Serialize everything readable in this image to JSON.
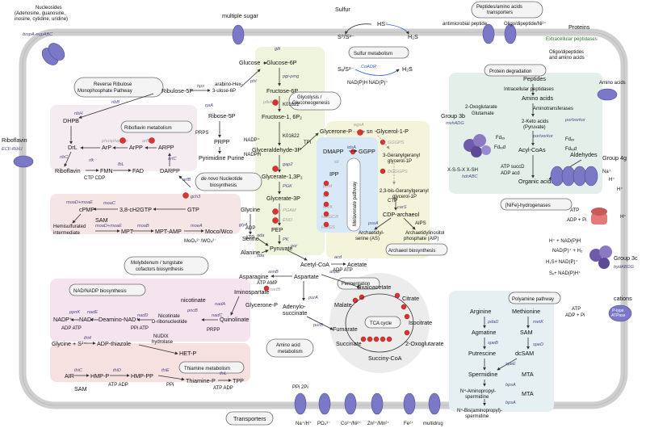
{
  "external": {
    "nucleosides": "Nucleosides\n(Adenosine, guanosine,\ninosine, cytidine, uridine)",
    "nucleosides_gene": "bmpA-nupABC",
    "multiple_sugar": "multiple sugar",
    "sulfur": "Sulfur",
    "peptides_transporters": "Peptides/amino acids\ntransporters",
    "antimicrobial_peptide": "antimicrobial peptide",
    "oligo": "Oligo/dipeptide/Ni²⁺",
    "proteins": "Proteins",
    "extracellular_peptidases": "Extracellular peptidases",
    "oligo_aa": "Oligo/dipeptides\nand amino acids",
    "amino_acids": "Amino acids",
    "riboflavin": "Riboflavin",
    "riboflavin_gene": "ECF-RibU"
  },
  "boxes": {
    "reverse_ribulose": "Reverse Ribulose\nMonophosphate Pathway",
    "riboflavin_metabolism": "Riboflavin metabolism",
    "de_novo": "de novo Nucleotide\nbiosynthesis",
    "molybdenum": "Molybdenum / tungstate\ncofactors biosynthesis",
    "nad_nadp": "NAD/NADP biosynthesis",
    "thiamine": "Thiamine metabolism",
    "glycolysis": "Glycolysis /\nGluconeogenesis",
    "sulfur_metabolism": "Sulfur metabolism",
    "protein_degradation": "Protein degradation",
    "melavonate": "Melavonate pathway",
    "archaeol": "Archaeol biosynthesis",
    "fermentation": "Fermentation",
    "tca": "TCA cycle",
    "amino_acid_metabolism": "Amino acid\nmetabolism",
    "polyamine": "Polyamine pathway",
    "nife": "[NiFe]-hydrogenases",
    "transporters": "Transporters"
  },
  "metabolites": {
    "glucose": "Glucose",
    "glucose6p": "Glucose-6P",
    "fructose6p": "Fructose-6P",
    "fructose16p": "Fructose-1, 6P₂",
    "glyceraldehyde3p": "Glyceraldehyde-3P",
    "glycerate13p": "Glycerate-1,3P₂",
    "glycerate3p": "Glycerate-3P",
    "pep": "PEP",
    "pyruvate": "Pyruvate",
    "glycerone_p": "Glycerone-P",
    "sn_glycerol": "sn -Glycerol-1-P",
    "ribulose5p": "Ribulose-5P",
    "arabino": "arabino-Hex-\n3-ulose-6P",
    "ribose5p": "Ribose-5P",
    "prpp": "PRPP",
    "pyrimidine": "Pyrimidine Purine",
    "dhpb": "DHPB",
    "drl": "DrL",
    "arp": "ArP",
    "arpp": "ArPP",
    "arpp2": "ARPP",
    "riboflavin2": "Riboflavin",
    "fmn": "FMN",
    "fad": "FAD",
    "darpp": "DARPP",
    "gtp": "GTP",
    "ch2gtp": "3,8-cH2GTP",
    "cpmp": "cPMP",
    "sam": "SAM",
    "hemisulfurated": "Hemisulfurated\nintermediate",
    "mpt": "MPT",
    "mpt_amp": "MPT-AMP",
    "moco": "Moco/Wco",
    "glycine": "Glycine",
    "serine": "Serine",
    "alanine": "Alanine",
    "acetyl_coa": "Acetyl-CoA",
    "acetate": "Acetate",
    "dmapp": "DMAPP",
    "ggpp": "GGPP",
    "ipp": "IPP",
    "ggpgp": "3-Geranylgeranyl\nglycerol-1P",
    "bis_ggpgp": "2,3-bis-Geranylgeranyl\nglycerol-1P",
    "cdp_archaeol": "CDP-archaeol",
    "archaetidylserine": "Archaetidyl-\nserine (AS)",
    "archaetidylinositol": "Archaetidylinositol\nphosphate (AIP)",
    "aspartate": "Aspartate",
    "asparagine": "Asparagine",
    "iminosuccinate": "Iminospartate",
    "glycerone_p2": "Glycerone-P",
    "quinolinate": "Quinolinate",
    "nicotinate": "nicotinate",
    "nicotinate_ribo": "Nicotinate\nD-ribonucleotide",
    "deamino_nad": "Deamino-NAD⁺",
    "nadp": "NADP⁺",
    "nad": "NAD⁺",
    "glycine_s": "Glycine + S²⁻",
    "adp_thiazole": "ADP-thiazole",
    "het_p": "HET-P",
    "air": "AIR",
    "hmp_p": "HMP-P",
    "hmp_pp": "HMP-PP",
    "thiamine_p": "Thiamine-P",
    "tpp": "TPP",
    "sam2": "SAM",
    "oxaloacetate": "Oxaloacetate",
    "malate": "Malate",
    "fumarate": "Fumarate",
    "succinate": "Succinate",
    "succinyl_coa": "Succiny-CoA",
    "oxoglutarate": "2-Oxoglutarate",
    "isocitrate": "Isocitrate",
    "citrate": "Citrate",
    "adenylosuccinate": "Adenylo-\nsuccinate",
    "peptides": "Peptides",
    "amino_acids2": "Amino acids",
    "keto_acids": "2-Keto acids\n(Pyruvate)",
    "acyl_coas": "Acyl-CoAs",
    "aldehydes": "Aldehydes",
    "organic_acids": "Organic acids",
    "arginine": "Arginine",
    "methionine": "Methionine",
    "agmatine": "Agmatine",
    "sam3": "SAM",
    "putrescine": "Putrescine",
    "dcsam": "dcSAM",
    "spermidine": "Spermidine",
    "mta": "MTA",
    "aminopropyl": "N⁴-Aminopropyl-\nspermidine",
    "bis_aminopropyl": "N⁴-Bis(aminopropyl)-\nspermidine",
    "hs": "HS⁻",
    "s0s2": "S⁰/S²⁻",
    "h2s": "H₂S",
    "sxs2": "Sₓ/S²⁻",
    "h2s2": "H₂S",
    "coadr": "CoADR",
    "nadp_h": "NAD(P)H  NAD(P)⁺"
  },
  "genes": {
    "glk": "glk",
    "pgi": "pgi-pmg",
    "pfk": "pfkA",
    "k01622": "K01622",
    "gap2": "gap2",
    "gapn": "gapN",
    "pgk": "PGK",
    "pgam": "PGAM",
    "eno": "ENO",
    "pk": "PK",
    "tpi": "TPi",
    "egsa": "egsA",
    "hps": "hps",
    "phi": "phi",
    "rpia": "rpiA",
    "prs": "PRPS",
    "ribb": "ribB",
    "riba": "ribA",
    "ribh": "ribH",
    "ribc": "ribC",
    "fad_s": "fadS",
    "arfb": "arfB",
    "gch3": "gch3",
    "moac": "moaC",
    "moaa": "moaD+moaE",
    "moab": "moaB",
    "moea": "moeA",
    "glya": "glyA",
    "ada": "ada",
    "sda": "sda",
    "idi": "idi",
    "idsa": "idsA",
    "mvk": "MVK",
    "hmgcr": "HMGCR",
    "hmgs": "HMGS",
    "ggps": "GGGPS",
    "dgggps": "DGGGPS",
    "cars": "carS",
    "pssa": "pssA",
    "aips": "AIPS",
    "pta": "pta",
    "acd": "acd",
    "asnb": "asnB",
    "aspb": "aspB",
    "nadb": "nadB",
    "nada": "nadA",
    "nadc": "nadC",
    "pncb": "pncB",
    "nadd": "nadD",
    "nade": "nadE",
    "ppnk": "ppnK",
    "thi4": "thi4",
    "thic": "thiC",
    "thid": "thiD",
    "thie": "thiE",
    "thil": "thiL",
    "pura": "purA",
    "purb": "purB",
    "pdaD": "pdaD",
    "meth": "metK",
    "spee": "speE",
    "bpsa": "bpsA",
    "speb": "speB",
    "sped": "speD",
    "porA": "porABCD",
    "hdrABC": "hdrABC",
    "mvhadg": "mvhADG",
    "hydabdg": "hydABDG"
  },
  "labels": {
    "group3b": "Group 3b",
    "group4g": "Group 4g",
    "group3c": "Group 3c",
    "cations": "cations",
    "ptype": "P-type\nATPase",
    "multidrug": "multidrug",
    "na_h": "Na⁺/H⁺",
    "po4": "PO₄³⁻",
    "co_ni": "Co²⁺/Ni²⁺",
    "zn_mn": "Zn²⁺/Mn²⁺",
    "fe": "Fe²⁺",
    "ppi_2pi": "PPi   2Pi",
    "atp_adp": "ADP + Pi",
    "h2": "H₂",
    "nadph": "NADPH",
    "nad": "NAD⁺",
    "nadh": "NADH",
    "atp": "ATP",
    "adp": "ADP"
  },
  "colors": {
    "cell_wall": "#d9d9d9",
    "glycolysis_bg": "#eef5dc",
    "mevalonate_bg": "#d8e8f7",
    "archaeol_bg": "#f4f4da",
    "riboflavin_bg": "#f5ecf2",
    "moly_bg": "#f6e5e5",
    "nad_bg": "#f5e3ee",
    "thiamine_bg": "#f6e0e0",
    "protein_bg": "#e4efea",
    "polyamine_bg": "#e6eff1",
    "transporter": "#7b78c8",
    "inhibit": "#e03030",
    "tca_bg": "#ececec"
  }
}
